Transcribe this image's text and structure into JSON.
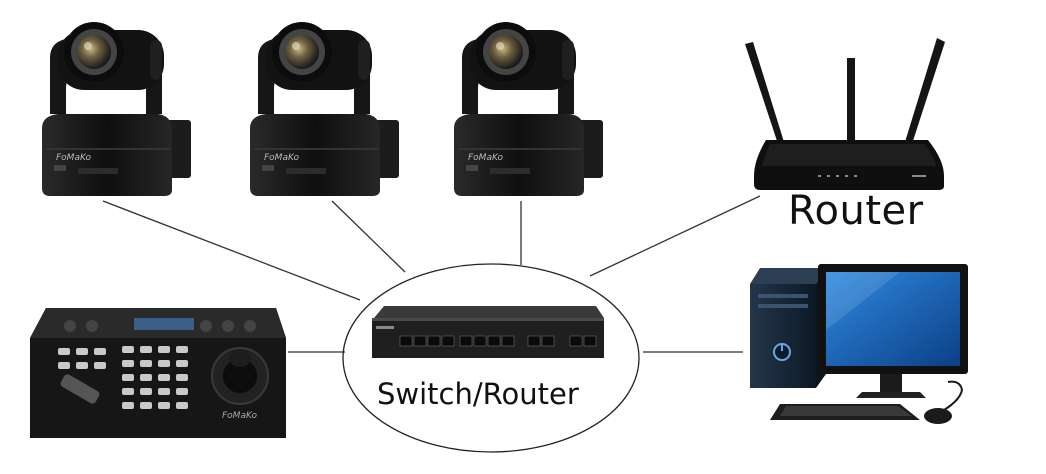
{
  "diagram": {
    "router_label": "Router",
    "switch_label": "Switch/Router",
    "camera_brand": "FoMaKo",
    "keyboard_brand": "FoMaKo"
  },
  "colors": {
    "line": "#333333",
    "device_body": "#151515",
    "device_highlight": "#3a3a3a",
    "lens_ring": "#5a5a5a",
    "monitor_screen": "#1e6fc8",
    "tower_body": "#1b2a3a"
  }
}
